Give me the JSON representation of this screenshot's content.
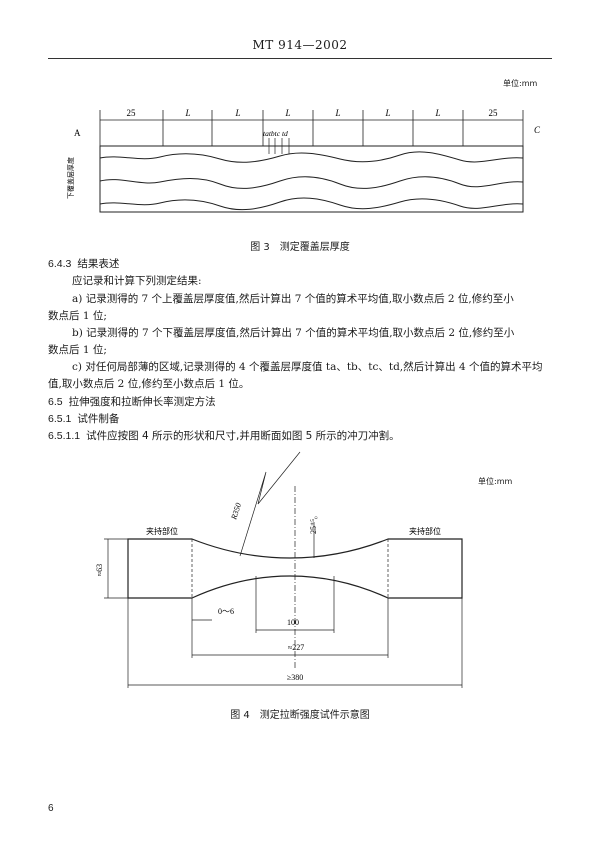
{
  "header": {
    "title": "MT 914—2002"
  },
  "figure3": {
    "unit": "单位:mm",
    "dims": [
      "25",
      "L",
      "L",
      "L",
      "L",
      "L",
      "L",
      "25"
    ],
    "label_a": "A",
    "label_c": "C",
    "point_labels": "tatbtc td",
    "side_label": "下覆盖层厚度",
    "caption": "图 3　测定覆盖层厚度"
  },
  "section_6_4_3": {
    "number": "6.4.3",
    "title": "结果表述",
    "intro": "应记录和计算下列测定结果:",
    "item_a_line1": "a) 记录测得的 7 个上覆盖层厚度值,然后计算出 7 个值的算术平均值,取小数点后 2 位,修约至小",
    "item_a_line2": "数点后 1 位;",
    "item_b_line1": "b) 记录测得的 7 个下覆盖层厚度值,然后计算出 7 个值的算术平均值,取小数点后 2 位,修约至小",
    "item_b_line2": "数点后 1 位;",
    "item_c_line1": "c) 对任何局部薄的区域,记录测得的 4 个覆盖层厚度值 ta、tb、tc、td,然后计算出 4 个值的算术平均",
    "item_c_line2": "值,取小数点后 2 位,修约至小数点后 1 位。"
  },
  "section_6_5": {
    "number": "6.5",
    "title": "拉伸强度和拉断伸长率测定方法"
  },
  "section_6_5_1": {
    "number": "6.5.1",
    "title": "试件制备"
  },
  "section_6_5_1_1": {
    "number": "6.5.1.1",
    "text": "试件应按图 4 所示的形状和尺寸,并用断面如图 5 所示的冲刀冲割。"
  },
  "figure4": {
    "unit": "单位:mm",
    "grip_left": "夹持部位",
    "grip_right": "夹持部位",
    "radius": "R350",
    "thickness": "25⁺⁵₀",
    "width": "≈63",
    "gap": "0～6",
    "len_100": "100",
    "len_227": "≈227",
    "len_380": "≥380",
    "caption": "图 4　测定拉断强度试件示意图"
  },
  "footer": {
    "page": "6"
  }
}
